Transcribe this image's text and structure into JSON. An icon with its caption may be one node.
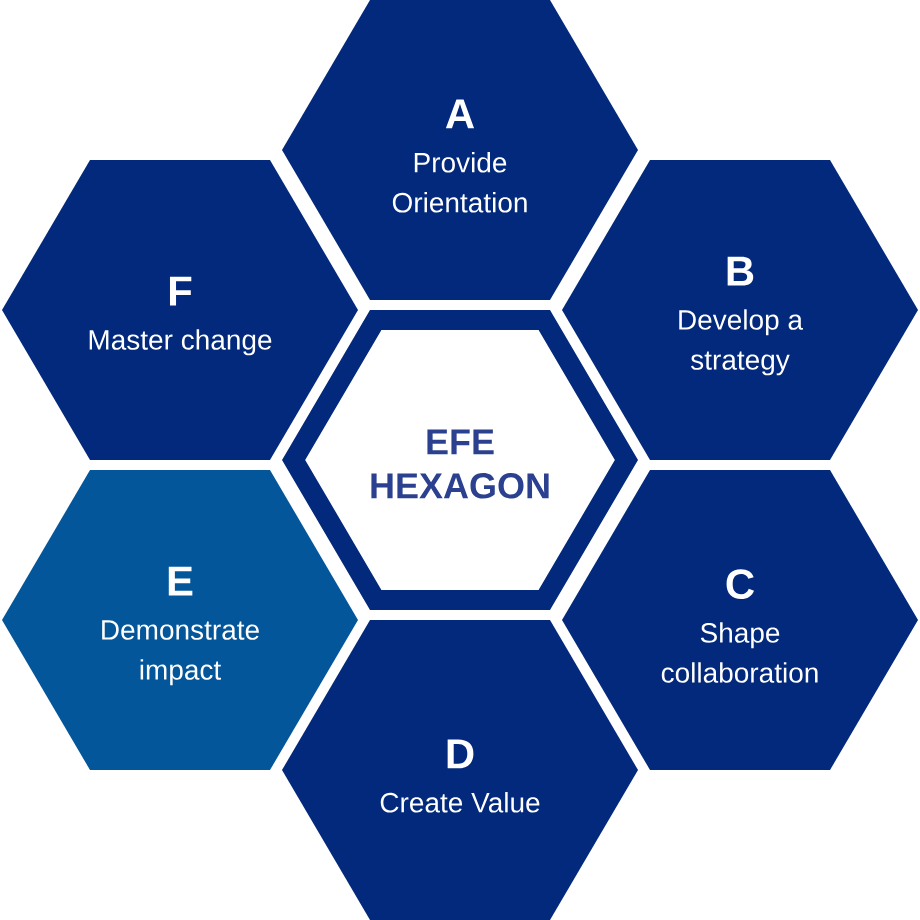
{
  "diagram": {
    "nodes": [
      {
        "text": [
          "A",
          "Provide Orientation"
        ]
      },
      {
        "text": [
          "F",
          "Master change"
        ]
      },
      {
        "text": [
          "B",
          "Develop a strategy"
        ]
      },
      {
        "text": [
          "EFE HEXAGON"
        ]
      },
      {
        "text": [
          "E",
          "Demonstrate impact"
        ]
      },
      {
        "text": [
          "C",
          "Shape collaboration"
        ]
      },
      {
        "text": [
          "D",
          "Create Value"
        ]
      }
    ]
  }
}
